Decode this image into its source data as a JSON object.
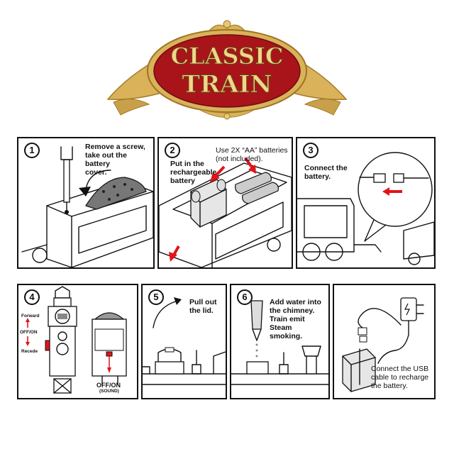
{
  "banner": {
    "line1": "CLASSIC",
    "line2": "TRAIN",
    "colors": {
      "ribbon": "#d9b25a",
      "oval": "#a8141a",
      "text": "#f2d48a"
    }
  },
  "steps": [
    {
      "number": "1",
      "text": "Remove a screw,\ntake out the battery\ncover."
    },
    {
      "number": "2",
      "text": "Put in the\nrechargeable\nbattery",
      "note": "Use 2X “AA” batteries\n(not included)."
    },
    {
      "number": "3",
      "text": "Connect the\nbattery."
    },
    {
      "number": "4",
      "labels": {
        "forward": "Forward",
        "offon": "OFF/ON",
        "recede": "Recede",
        "sound_switch": "OFF/ON",
        "sound": "(SOUND)"
      }
    },
    {
      "number": "5",
      "text": "Pull out\nthe lid."
    },
    {
      "number": "6",
      "text": "Add water into\nthe chimney.\nTrain emit Steam\nsmoking."
    },
    {
      "number": "",
      "text": "Connect the USB\ncable to recharge\nthe battery."
    }
  ],
  "accent_color": "#e0141a"
}
